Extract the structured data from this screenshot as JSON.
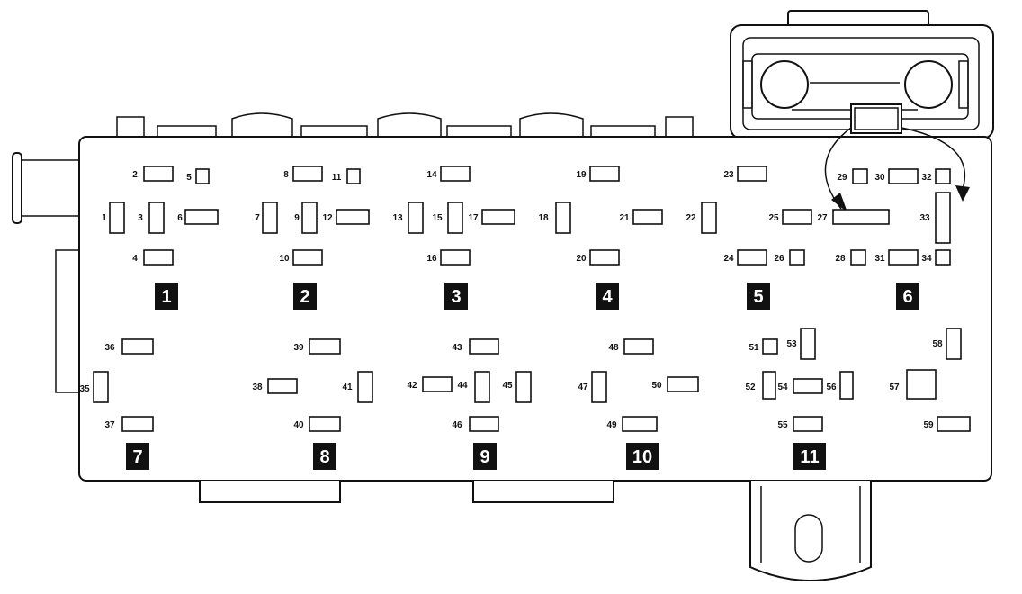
{
  "fuses": [
    {
      "id": "1"
    },
    {
      "id": "2"
    },
    {
      "id": "3"
    },
    {
      "id": "4"
    },
    {
      "id": "5"
    },
    {
      "id": "6"
    },
    {
      "id": "7"
    },
    {
      "id": "8"
    },
    {
      "id": "9"
    },
    {
      "id": "10"
    },
    {
      "id": "11"
    },
    {
      "id": "12"
    },
    {
      "id": "13"
    },
    {
      "id": "14"
    },
    {
      "id": "15"
    },
    {
      "id": "16"
    },
    {
      "id": "17"
    },
    {
      "id": "18"
    },
    {
      "id": "19"
    },
    {
      "id": "20"
    },
    {
      "id": "21"
    },
    {
      "id": "22"
    },
    {
      "id": "23"
    },
    {
      "id": "24"
    },
    {
      "id": "25"
    },
    {
      "id": "26"
    },
    {
      "id": "27"
    },
    {
      "id": "28"
    },
    {
      "id": "29"
    },
    {
      "id": "30"
    },
    {
      "id": "31"
    },
    {
      "id": "32"
    },
    {
      "id": "33"
    },
    {
      "id": "34"
    },
    {
      "id": "35"
    },
    {
      "id": "36"
    },
    {
      "id": "37"
    },
    {
      "id": "38"
    },
    {
      "id": "39"
    },
    {
      "id": "40"
    },
    {
      "id": "41"
    },
    {
      "id": "42"
    },
    {
      "id": "43"
    },
    {
      "id": "44"
    },
    {
      "id": "45"
    },
    {
      "id": "46"
    },
    {
      "id": "47"
    },
    {
      "id": "48"
    },
    {
      "id": "49"
    },
    {
      "id": "50"
    },
    {
      "id": "51"
    },
    {
      "id": "52"
    },
    {
      "id": "53"
    },
    {
      "id": "54"
    },
    {
      "id": "55"
    },
    {
      "id": "56"
    },
    {
      "id": "57"
    },
    {
      "id": "58"
    },
    {
      "id": "59"
    }
  ],
  "groups": [
    {
      "id": "1"
    },
    {
      "id": "2"
    },
    {
      "id": "3"
    },
    {
      "id": "4"
    },
    {
      "id": "5"
    },
    {
      "id": "6"
    },
    {
      "id": "7"
    },
    {
      "id": "8"
    },
    {
      "id": "9"
    },
    {
      "id": "10"
    },
    {
      "id": "11"
    }
  ]
}
